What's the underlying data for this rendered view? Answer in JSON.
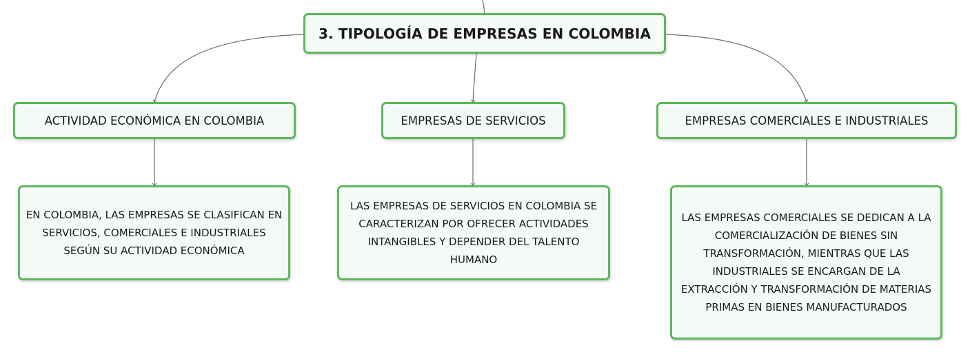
{
  "root": {
    "title": "3. TIPOLOGÍA DE EMPRESAS EN COLOMBIA"
  },
  "branches": [
    {
      "label": "ACTIVIDAD ECONÓMICA EN COLOMBIA",
      "detail": "EN COLOMBIA, LAS EMPRESAS SE CLASIFICAN EN SERVICIOS, COMERCIALES E INDUSTRIALES SEGÚN SU ACTIVIDAD ECONÓMICA"
    },
    {
      "label": "EMPRESAS DE SERVICIOS",
      "detail": "LAS EMPRESAS DE SERVICIOS EN COLOMBIA SE CARACTERIZAN POR OFRECER ACTIVIDADES INTANGIBLES Y DEPENDER DEL TALENTO HUMANO"
    },
    {
      "label": "EMPRESAS COMERCIALES E INDUSTRIALES",
      "detail": "LAS EMPRESAS COMERCIALES SE DEDICAN A LA COMERCIALIZACIÓN DE BIENES SIN TRANSFORMACIÓN, MIENTRAS QUE LAS INDUSTRIALES SE ENCARGAN DE LA EXTRACCIÓN Y TRANSFORMACIÓN DE MATERIAS PRIMAS EN BIENES MANUFACTURADOS"
    }
  ],
  "colors": {
    "node_border": "#5cb85c",
    "node_fill": "#f4faf5",
    "connector": "#6b6b6b"
  }
}
